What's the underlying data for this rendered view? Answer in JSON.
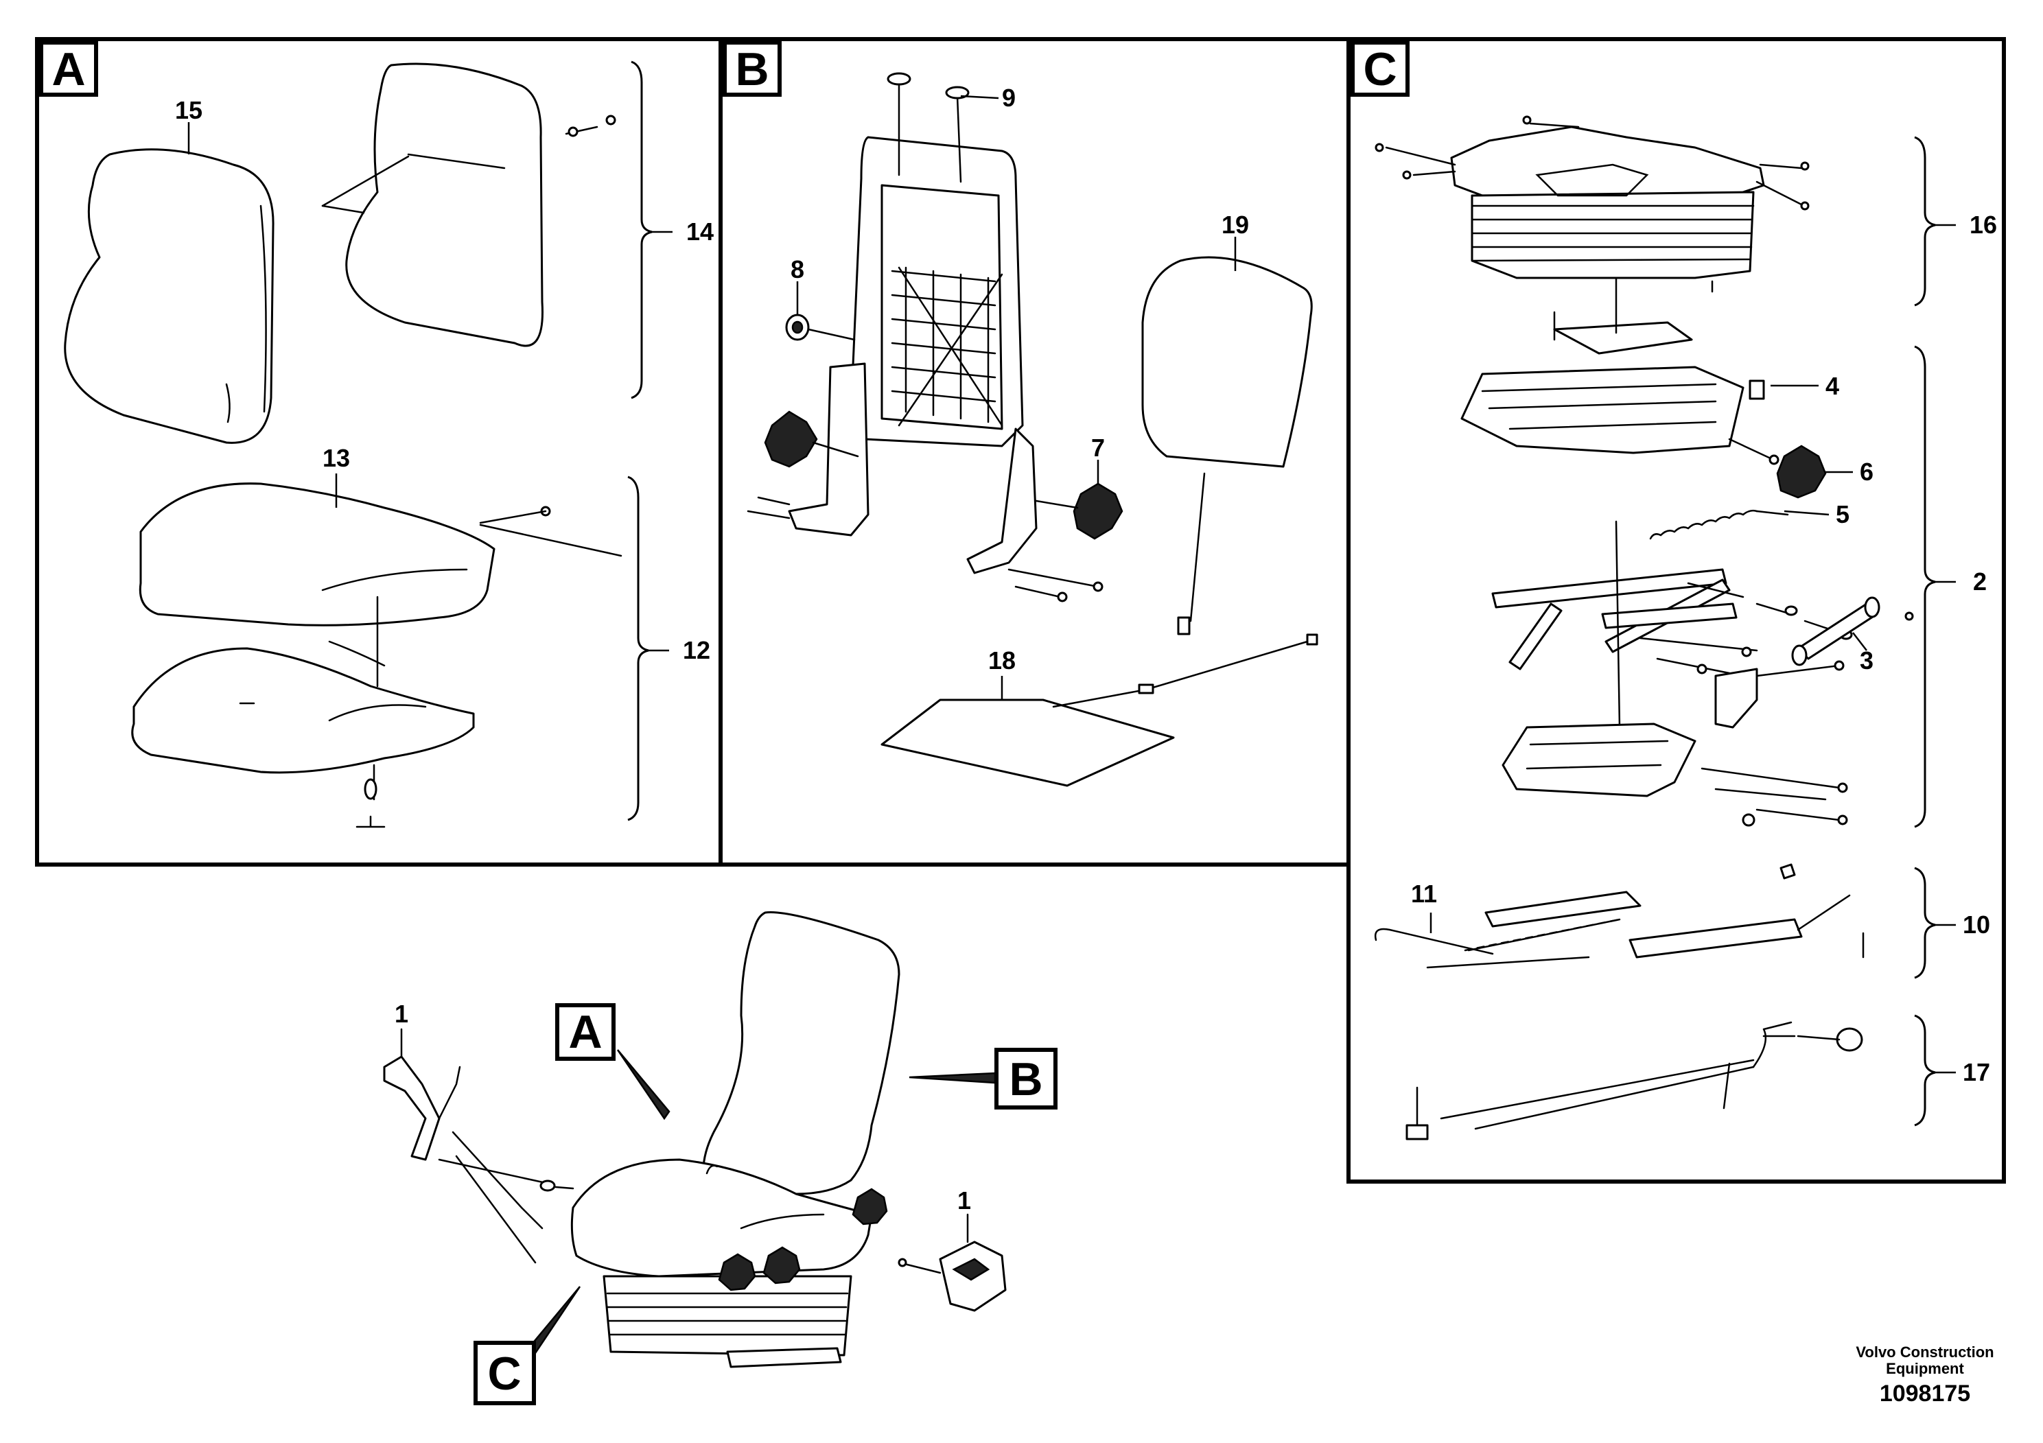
{
  "panels": {
    "a": {
      "label": "A"
    },
    "b": {
      "label": "B"
    },
    "c": {
      "label": "C"
    }
  },
  "callouts": {
    "tag_a": "A",
    "tag_b": "B",
    "tag_c": "C"
  },
  "parts": {
    "p1": "1",
    "p2": "2",
    "p3": "3",
    "p4": "4",
    "p5": "5",
    "p6": "6",
    "p7": "7",
    "p8": "8",
    "p9": "9",
    "p10": "10",
    "p11": "11",
    "p12": "12",
    "p13": "13",
    "p14": "14",
    "p15": "15",
    "p16": "16",
    "p17": "17",
    "p18": "18",
    "p19": "19"
  },
  "footer": {
    "brand_line1": "Volvo Construction",
    "brand_line2": "Equipment",
    "drawing_number": "1098175"
  }
}
